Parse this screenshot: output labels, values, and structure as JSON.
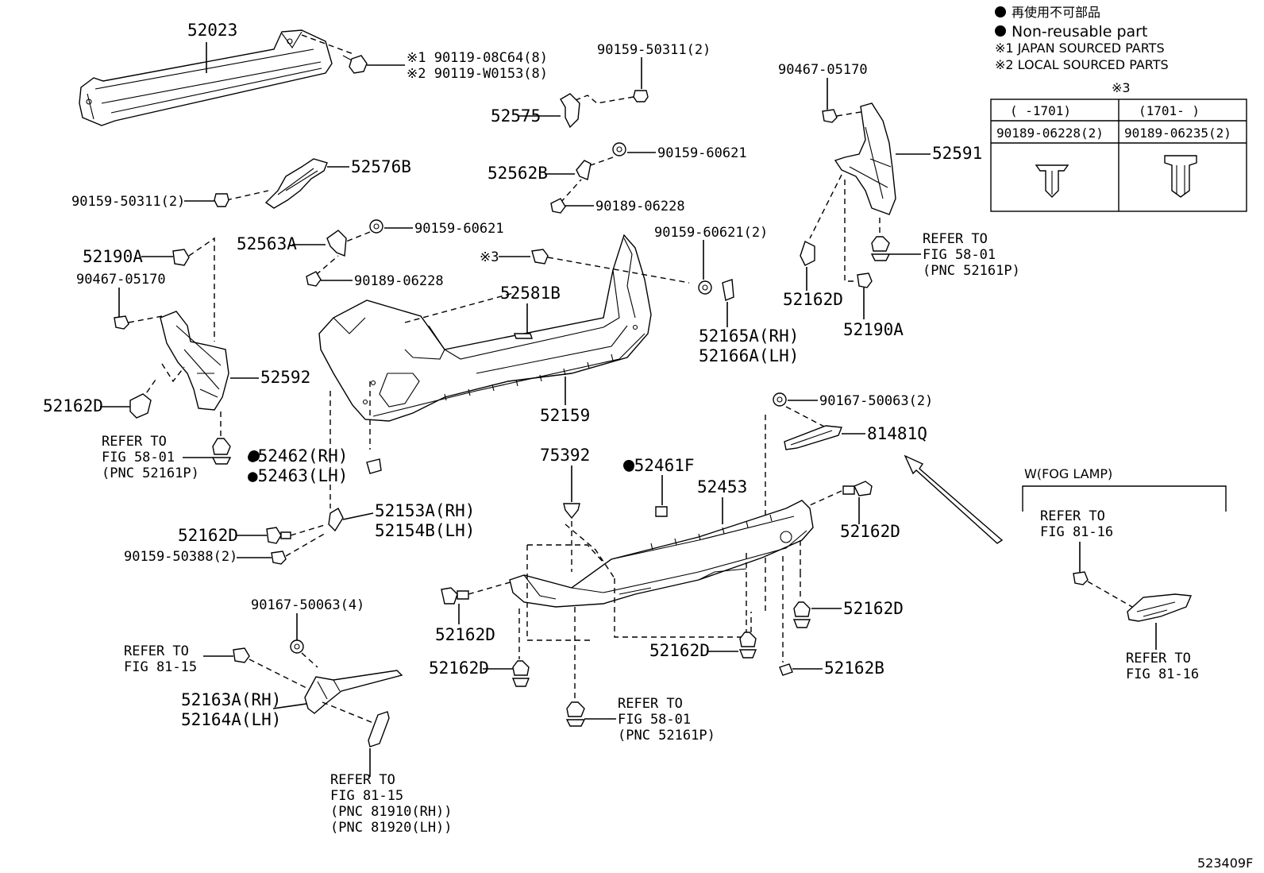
{
  "legend": {
    "non_reusable_jp": "再使用不可部品",
    "non_reusable_en": "Non-reusable part",
    "japan_sourced": "※1  JAPAN SOURCED PARTS",
    "local_sourced": "※2  LOCAL SOURCED PARTS",
    "table_title": "※3",
    "col1_header": "(    -1701)",
    "col2_header": "(1701-     )",
    "col1_part": "90189-06228(2)",
    "col2_part": "90189-06235(2)"
  },
  "labels": {
    "p52023": "52023",
    "p90119_jp": "※1 90119-08C64(8)",
    "p90119_local": "※2 90119-W0153(8)",
    "p52576B": "52576B",
    "p90159_50311_left": "90159-50311(2)",
    "p90159_50311_top": "90159-50311(2)",
    "p52575": "52575",
    "p90159_60621_a": "90159-60621",
    "p52562B": "52562B",
    "p90189_06228_a": "90189-06228",
    "p52563A": "52563A",
    "p90159_60621_b": "90159-60621",
    "p90189_06228_b": "90189-06228",
    "p52190A_left": "52190A",
    "p90467_05170_left": "90467-05170",
    "p52592": "52592",
    "p52162D_a": "52162D",
    "refer_58_a_1": "REFER TO",
    "refer_58_a_2": "FIG 58-01",
    "refer_58_a_3": "(PNC 52161P)",
    "p52462": "●52462(RH)",
    "p52463": "●52463(LH)",
    "p_note3": "※3",
    "p52581B": "52581B",
    "p52159": "52159",
    "p90159_60621_2": "90159-60621(2)",
    "p52165A": "52165A(RH)",
    "p52166A": "52166A(LH)",
    "p90467_05170_right": "90467-05170",
    "p52591": "52591",
    "refer_58_b_1": "REFER TO",
    "refer_58_b_2": "FIG 58-01",
    "refer_58_b_3": "(PNC 52161P)",
    "p52162D_b": "52162D",
    "p52190A_right": "52190A",
    "p90167_50063_2": "90167-50063(2)",
    "p81481Q": "81481Q",
    "p52153A": "52153A(RH)",
    "p52154B": "52154B(LH)",
    "p52162D_c": "52162D",
    "p90159_50388": "90159-50388(2)",
    "p75392": "75392",
    "p52461F": "●52461F",
    "p52453": "52453",
    "p52162D_d": "52162D",
    "p52162D_e": "52162D",
    "p52162D_f": "52162D",
    "p52162D_g": "52162D",
    "p52162D_h": "52162D",
    "p52162B": "52162B",
    "refer_58_c_1": "REFER TO",
    "refer_58_c_2": "FIG 58-01",
    "refer_58_c_3": "(PNC 52161P)",
    "p90167_50063_4": "90167-50063(4)",
    "refer_81_15_a_1": "REFER TO",
    "refer_81_15_a_2": "FIG 81-15",
    "p52163A": "52163A(RH)",
    "p52164A": "52164A(LH)",
    "refer_81_15_b_1": "REFER TO",
    "refer_81_15_b_2": "FIG 81-15",
    "refer_81_15_b_3": "(PNC 81910(RH))",
    "refer_81_15_b_4": "(PNC 81920(LH))",
    "fog_lamp": "W(FOG LAMP)",
    "refer_81_16_a_1": "REFER TO",
    "refer_81_16_a_2": "FIG 81-16",
    "refer_81_16_b_1": "REFER TO",
    "refer_81_16_b_2": "FIG 81-16",
    "diagram_id": "523409F"
  }
}
